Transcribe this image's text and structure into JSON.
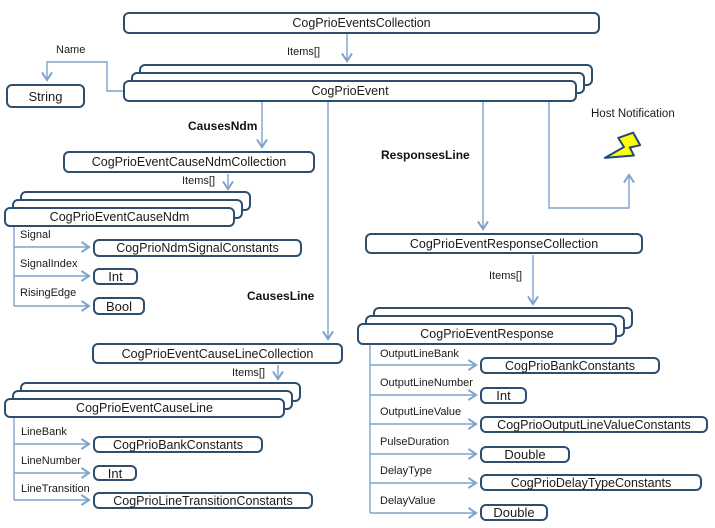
{
  "title": "CogPrioEvent object model diagram",
  "colors": {
    "box_border": "#2e4e6e",
    "connector": "#7fa3cc",
    "bolt_fill": "#ffff00",
    "bolt_stroke": "#1f497d",
    "text": "#1a1a1a"
  },
  "nodes": {
    "eventsCollection": {
      "label": "CogPrioEventsCollection"
    },
    "stringType": {
      "label": "String"
    },
    "event": {
      "label": "CogPrioEvent"
    },
    "causeNdmCollection": {
      "label": "CogPrioEventCauseNdmCollection"
    },
    "causeNdm": {
      "label": "CogPrioEventCauseNdm"
    },
    "ndmSignalConstants": {
      "label": "CogPrioNdmSignalConstants"
    },
    "ndmInt": {
      "label": "Int"
    },
    "ndmBool": {
      "label": "Bool"
    },
    "causeLineCollection": {
      "label": "CogPrioEventCauseLineCollection"
    },
    "causeLine": {
      "label": "CogPrioEventCauseLine"
    },
    "lineBankConstants": {
      "label": "CogPrioBankConstants"
    },
    "lineInt": {
      "label": "Int"
    },
    "lineTransitionConstants": {
      "label": "CogPrioLineTransitionConstants"
    },
    "responseCollection": {
      "label": "CogPrioEventResponseCollection"
    },
    "response": {
      "label": "CogPrioEventResponse"
    },
    "respBankConstants": {
      "label": "CogPrioBankConstants"
    },
    "respInt": {
      "label": "Int"
    },
    "respOutputLineValueConstants": {
      "label": "CogPrioOutputLineValueConstants"
    },
    "respPulseDouble": {
      "label": "Double"
    },
    "respDelayTypeConstants": {
      "label": "CogPrioDelayTypeConstants"
    },
    "respDelayDouble": {
      "label": "Double"
    }
  },
  "relationships": {
    "name": "Name",
    "itemsTop": "Items[]",
    "causesNdm": "CausesNdm",
    "itemsNdm": "Items[]",
    "signal": "Signal",
    "signalIndex": "SignalIndex",
    "risingEdge": "RisingEdge",
    "causesLine": "CausesLine",
    "itemsLine": "Items[]",
    "lineBank": "LineBank",
    "lineNumber": "LineNumber",
    "lineTransition": "LineTransition",
    "responsesLine": "ResponsesLine",
    "itemsResponse": "Items[]",
    "outputLineBank": "OutputLineBank",
    "outputLineNumber": "OutputLineNumber",
    "outputLineValue": "OutputLineValue",
    "pulseDuration": "PulseDuration",
    "delayType": "DelayType",
    "delayValue": "DelayValue",
    "hostNotification": "Host Notification"
  }
}
